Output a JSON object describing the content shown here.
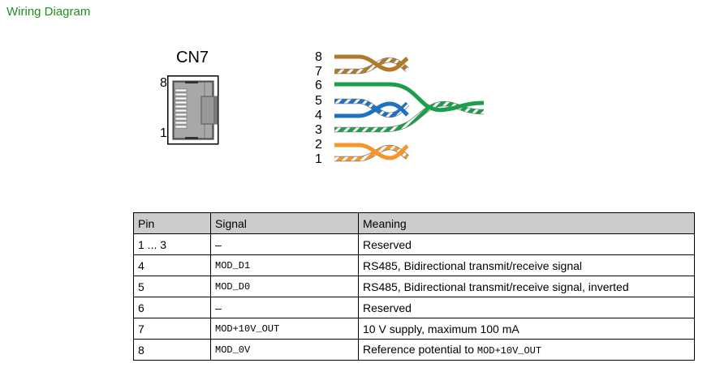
{
  "title": "Wiring Diagram",
  "connector": {
    "label": "CN7",
    "pin_top": "8",
    "pin_bottom": "1"
  },
  "wire_pair_labels": [
    "8",
    "7",
    "6",
    "5",
    "4",
    "3",
    "2",
    "1"
  ],
  "wire_colors": {
    "brown": "#b07a2a",
    "green": "#1c9e4a",
    "blue": "#1e72c0",
    "orange": "#f5962a"
  },
  "table": {
    "headers": [
      "Pin",
      "Signal",
      "Meaning"
    ],
    "rows": [
      {
        "pin": "1 ... 3",
        "signal": "–",
        "meaning": "Reserved",
        "meaning_code": ""
      },
      {
        "pin": "4",
        "signal": "MOD_D1",
        "meaning": "RS485, Bidirectional transmit/receive signal",
        "meaning_code": ""
      },
      {
        "pin": "5",
        "signal": "MOD_D0",
        "meaning": "RS485, Bidirectional transmit/receive signal, inverted",
        "meaning_code": ""
      },
      {
        "pin": "6",
        "signal": "–",
        "meaning": "Reserved",
        "meaning_code": ""
      },
      {
        "pin": "7",
        "signal": "MOD+10V_OUT",
        "meaning": "10 V supply, maximum 100 mA",
        "meaning_code": ""
      },
      {
        "pin": "8",
        "signal": "MOD_0V",
        "meaning": "Reference potential to ",
        "meaning_code": "MOD+10V_OUT"
      }
    ]
  }
}
